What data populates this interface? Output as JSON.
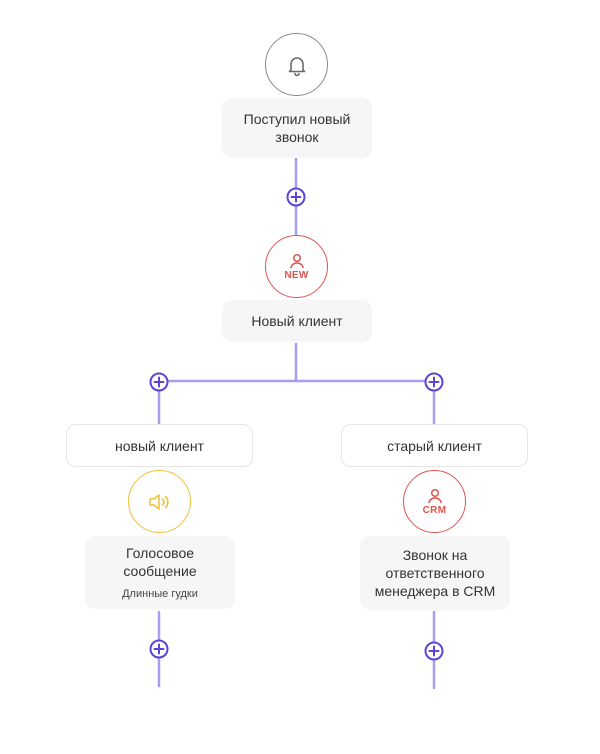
{
  "colors": {
    "connector": "#a89ef0",
    "plus": "#5a45d6",
    "trigger_border": "#8a8a8a",
    "new_client": "#e0544f",
    "voice": "#f0bf3c",
    "crm": "#e0544f"
  },
  "trigger": {
    "icon": "bell-icon",
    "title": "Поступил новый звонок"
  },
  "new_client_node": {
    "icon": "user-icon",
    "badge": "NEW",
    "title": "Новый клиент"
  },
  "branches": [
    {
      "condition": "новый клиент",
      "icon": "speaker-icon",
      "title": "Голосовое сообщение",
      "subtitle": "Длинные гудки"
    },
    {
      "condition": "старый клиент",
      "icon": "user-icon",
      "badge": "CRM",
      "title": "Звонок на ответственного менеджера в CRM"
    }
  ]
}
